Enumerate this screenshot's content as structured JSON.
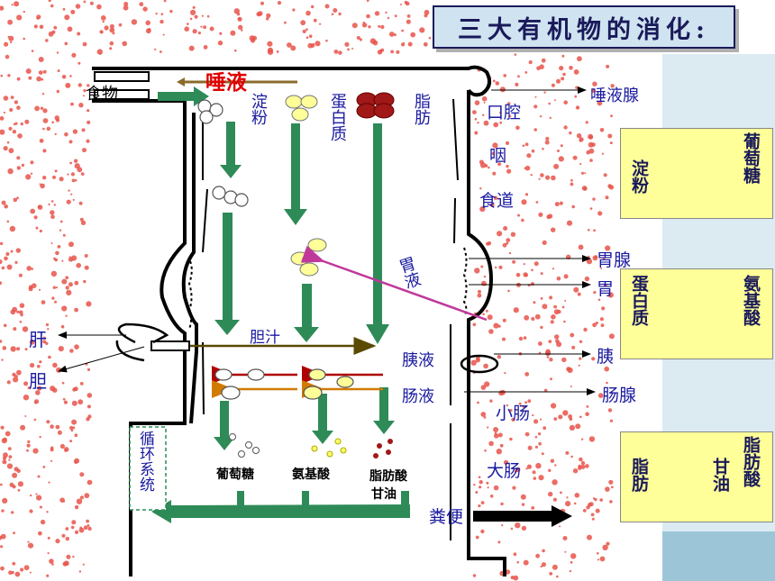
{
  "title": "三大有机物的消化:",
  "labels": {
    "saliva": "唾液",
    "food": "食物",
    "starch": "淀粉",
    "protein": "蛋白质",
    "fat": "脂肪",
    "mouth": "口腔",
    "pharynx": "咽",
    "esophagus": "食道",
    "gastric_juice": "胃液",
    "bile": "胆汁",
    "pancreatic_juice": "胰液",
    "intestinal_juice": "肠液",
    "small_intestine": "小肠",
    "large_intestine": "大肠",
    "circulation": "循环系统",
    "feces": "粪便",
    "glucose": "葡萄糖",
    "amino_acid": "氨基酸",
    "fatty_acid": "脂肪酸",
    "glycerol": "甘油"
  },
  "organs": {
    "salivary_gland": "唾液腺",
    "gastric_gland": "胃腺",
    "stomach": "胃",
    "pancreas": "胰",
    "intestinal_gland": "肠腺",
    "liver": "肝",
    "gallbladder": "胆"
  },
  "summary": [
    {
      "from": "淀粉",
      "to": "葡萄糖"
    },
    {
      "from": "蛋白质",
      "to": "氨基酸"
    },
    {
      "from": "脂肪",
      "to1": "甘油",
      "to2": "脂肪酸"
    }
  ],
  "colors": {
    "green_arrow": "#2e8b57",
    "red_spots": "#e8534a",
    "title_bg": "#cfe3f0",
    "side_box_bg": "#ffff99",
    "label_blue": "#1a1aa0",
    "gastric_arrow": "#c0399a"
  }
}
